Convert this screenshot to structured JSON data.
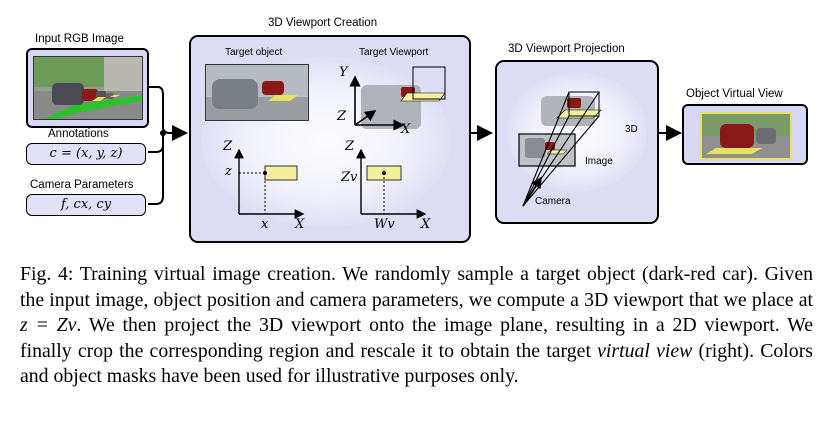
{
  "figure": {
    "input_image_label": "Input RGB Image",
    "annotations_label": "Annotations",
    "annotations_formula": "c = (x, y, z)",
    "camera_params_label": "Camera Parameters",
    "camera_params_formula": "f, cx, cy",
    "viewport_creation_title": "3D Viewport Creation",
    "target_object_label": "Target object",
    "target_viewport_label": "Target Viewport",
    "viewport_projection_title": "3D Viewport Projection",
    "projection_3d_label": "3D",
    "projection_image_label": "Image",
    "projection_camera_label": "Camera",
    "virtual_view_title": "Object Virtual View",
    "left_plot": {
      "y_axis": "Z",
      "x_axis": "X",
      "y_mark": "z",
      "x_mark": "x"
    },
    "right_plot": {
      "y_axis": "Z",
      "x_axis": "X",
      "y_mark": "Zv",
      "x_mark": "Wv"
    },
    "axes3d": {
      "y": "Y",
      "z": "Z",
      "x": "X"
    }
  },
  "caption": {
    "prefix": "Fig. 4: ",
    "text1": "Training virtual image creation. We randomly sample a target object (dark-red car). Given the input image, object position and camera parameters, we compute a 3D viewport that we place at ",
    "math": "z = Zv",
    "text2": ". We then project the 3D viewport onto the image plane, resulting in a 2D viewport. We finally crop the corresponding region and rescale it to obtain the target ",
    "emph": "virtual view",
    "text3": " (right). Colors and object masks have been used for illustrative purposes only."
  },
  "colors": {
    "panel_fill": "#dcdcf5",
    "viewport_yellow": "#f5f0a0",
    "mask_green": "#2fc02f",
    "car_red": "#8a1a1a"
  }
}
